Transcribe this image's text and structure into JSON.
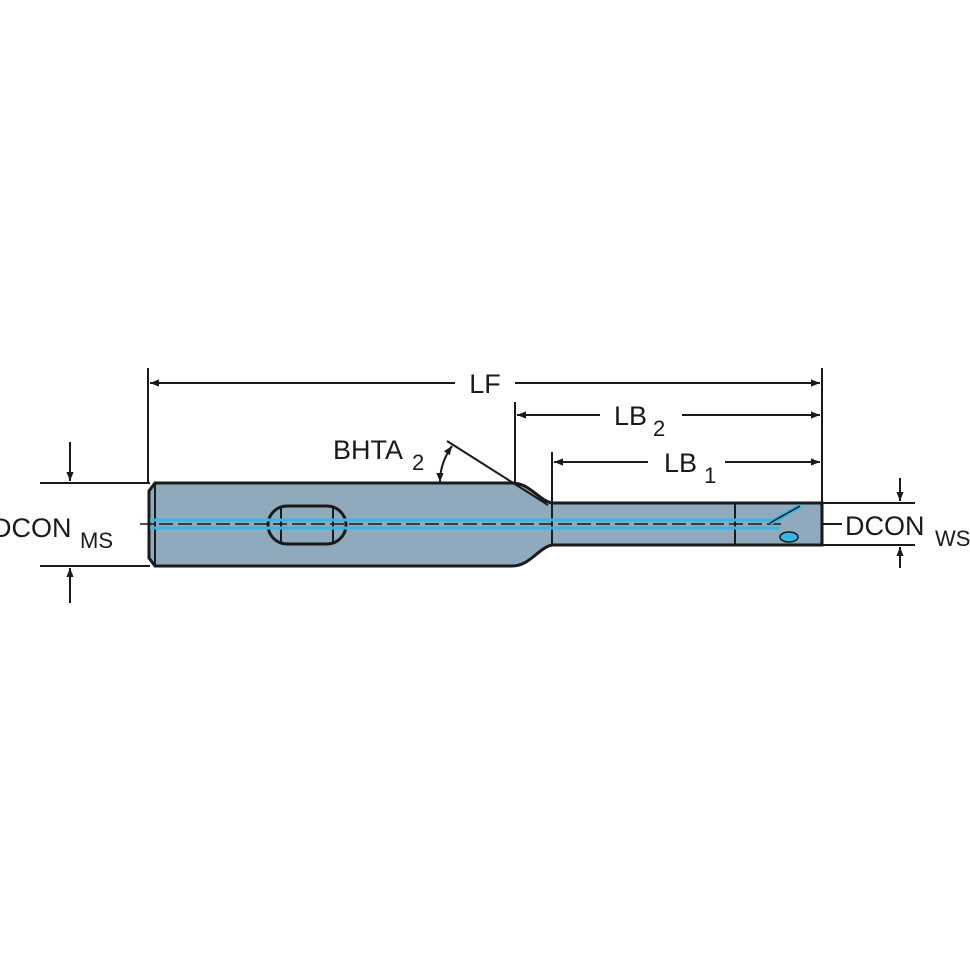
{
  "labels": {
    "lf": "LF",
    "lb2_main": "LB",
    "lb2_sub": "2",
    "lb1_main": "LB",
    "lb1_sub": "1",
    "bhta_main": "BHTA",
    "bhta_sub": "2",
    "dcon_ms_main": "DCON",
    "dcon_ms_sub": "MS",
    "dcon_ws_main": "DCON",
    "dcon_ws_sub": "WS"
  },
  "colors": {
    "body": "#8fa9bd",
    "outline": "#1a1a1a",
    "coolant": "#37b6e6"
  }
}
